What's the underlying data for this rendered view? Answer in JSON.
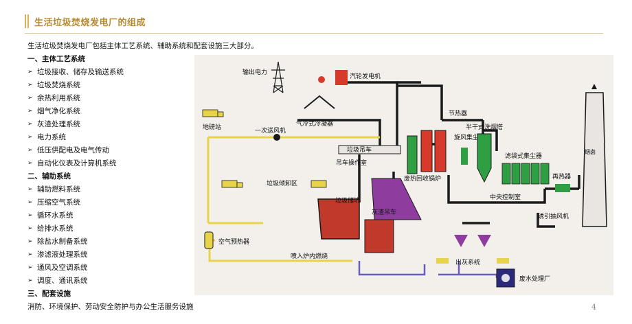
{
  "header": {
    "title": "生活垃圾焚烧发电厂的组成"
  },
  "intro": "生活垃圾焚烧发电厂包括主体工艺系统、辅助系统和配套设施三大部分。",
  "sections": [
    {
      "heading": "一、主体工艺系统",
      "items": [
        "垃圾接收、储存及输送系统",
        "垃圾焚烧系统",
        "余热利用系统",
        "烟气净化系统",
        "灰渣处理系统",
        "电力系统",
        "低压供配电及电气传动",
        "自动化仪表及计算机系统"
      ]
    },
    {
      "heading": "二、辅助系统",
      "items": [
        "辅助燃料系统",
        "压缩空气系统",
        "循环水系统",
        "给排水系统",
        "除盐水制备系统",
        "渗滤液处理系统",
        "通风及空调系统",
        "调度、通讯系统"
      ]
    },
    {
      "heading": "三、配套设施",
      "items": []
    }
  ],
  "footer_text": "消防、环境保护、劳动安全防护与办公生活服务设施",
  "bullet_icon": "arrow-bullet-icon",
  "page_number": "4",
  "diagram": {
    "labels": {
      "output_power": "输出电力",
      "turbine": "汽轮发电机",
      "weighbridge": "地磅站",
      "primary_fan": "一次送风机",
      "air_condenser": "气冷式冷凝器",
      "economizer": "节热器",
      "semi_dry_scrubber": "半干式洗烟塔",
      "cyclone": "旋风集尘器",
      "crane": "垃圾吊车",
      "crane_control": "吊车操作室",
      "waste_boiler": "废热回收锅炉",
      "bag_filter": "滤袋式集尘器",
      "reheater": "再热器",
      "chimney": "烟囱",
      "tipping_hall": "垃圾倾卸区",
      "pit": "垃圾储坑",
      "ash_crane": "灰渣吊车",
      "control_room": "中央控制室",
      "id_fan": "诱引抽风机",
      "air_preheater": "空气预热器",
      "injection": "喷入炉内燃烧",
      "ash_system": "出灰系统",
      "wastewater": "废水处理厂"
    },
    "colors": {
      "background": "#f3f0ec",
      "pipe": "#1a1a1a",
      "air_line": "#e8d44a",
      "water_line": "#6a5bbf",
      "furnace": "#c0392b",
      "green_equipment": "#2ea043",
      "red_equipment": "#d63a2a",
      "purple_equipment": "#8e3d9e",
      "accent_title": "#b48a2e"
    }
  }
}
